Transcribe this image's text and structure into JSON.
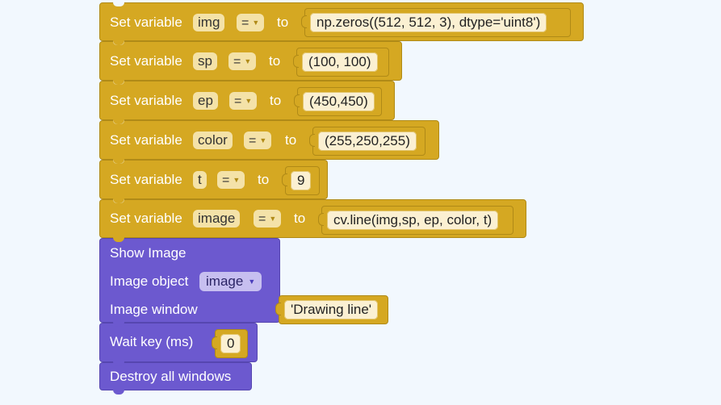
{
  "set_blocks": [
    {
      "label": "Set variable",
      "var": "img",
      "op": "=",
      "to": "to",
      "value": "np.zeros((512, 512, 3), dtype='uint8')"
    },
    {
      "label": "Set variable",
      "var": "sp",
      "op": "=",
      "to": "to",
      "value": "(100, 100)"
    },
    {
      "label": "Set variable",
      "var": "ep",
      "op": "=",
      "to": "to",
      "value": "(450,450)"
    },
    {
      "label": "Set variable",
      "var": "color",
      "op": "=",
      "to": "to",
      "value": "(255,250,255)"
    },
    {
      "label": "Set variable",
      "var": "t",
      "op": "=",
      "to": "to",
      "value": "9"
    },
    {
      "label": "Set variable",
      "var": "image",
      "op": "=",
      "to": "to",
      "value": "cv.line(img,sp, ep, color, t)"
    }
  ],
  "show_image": {
    "title": "Show Image",
    "object_label": "Image object",
    "object_value": "image",
    "window_label": "Image window",
    "window_value": "'Drawing line'"
  },
  "wait_key": {
    "label": "Wait key (ms)",
    "value": "0"
  },
  "destroy": {
    "label": "Destroy all windows"
  },
  "colors": {
    "variables_block": "#d5a822",
    "opencv_block": "#6c59cf",
    "background": "#f2f8fe"
  }
}
